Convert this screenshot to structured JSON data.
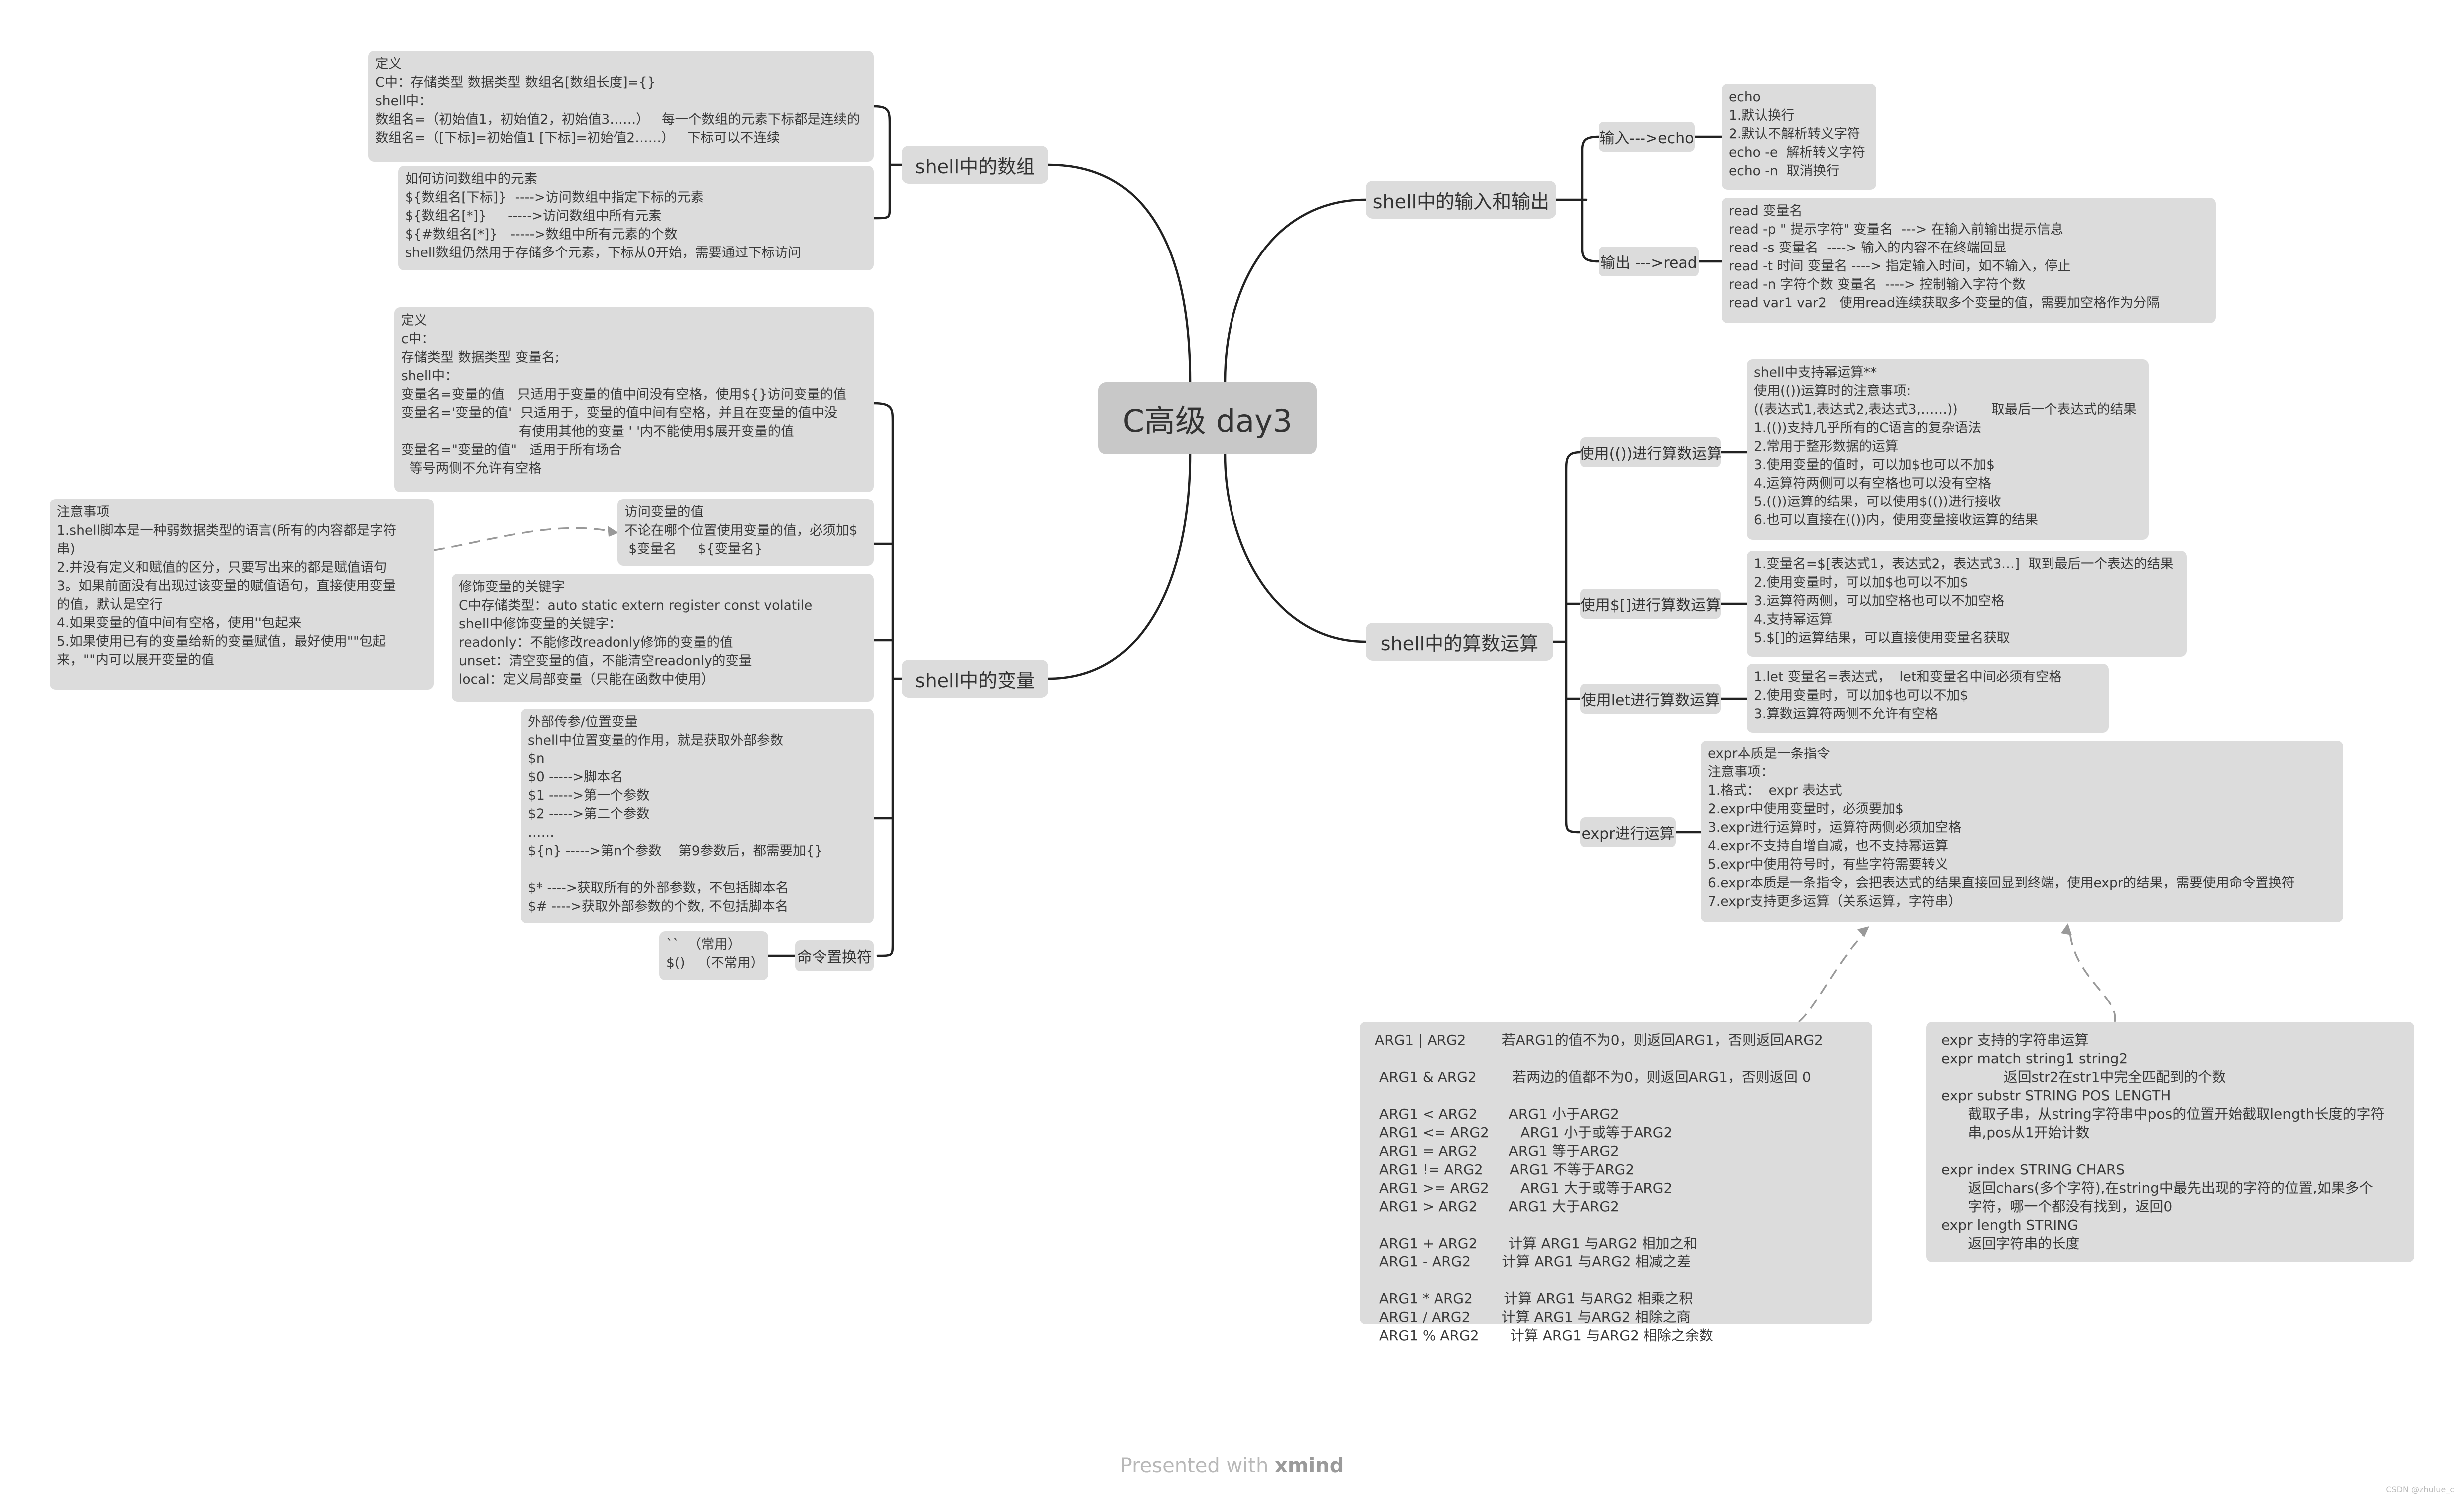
{
  "root": {
    "title": "C高级 day3"
  },
  "left": {
    "array": {
      "label": "shell中的数组",
      "def_text": "定义\nC中：存储类型 数据类型 数组名[数组长度]={}\nshell中：\n数组名=（初始值1，初始值2，初始值3……）   每一个数组的元素下标都是连续的\n数组名=（[下标]=初始值1 [下标]=初始值2……）   下标可以不连续",
      "access_text": "如何访问数组中的元素\n${数组名[下标]}  ---->访问数组中指定下标的元素\n${数组名[*]}     ----->访问数组中所有元素\n${#数组名[*]}   ----->数组中所有元素的个数\nshell数组仍然用于存储多个元素，下标从0开始，需要通过下标访问"
    },
    "variable": {
      "label": "shell中的变量",
      "def_text": "定义\nc中：\n存储类型 数据类型 变量名;\nshell中：\n变量名=变量的值   只适用于变量的值中间没有空格，使用${}访问变量的值\n变量名='变量的值'  只适用于，变量的值中间有空格，并且在变量的值中没\n                            有使用其他的变量 ' '内不能使用$展开变量的值\n变量名=\"变量的值\"   适用于所有场合\n  等号两侧不允许有空格",
      "access_text": "访问变量的值\n不论在哪个位置使用变量的值，必须加$\n $变量名     ${变量名}",
      "notes_text": "注意事项\n1.shell脚本是一种弱数据类型的语言(所有的内容都是字符\n串)\n2.并没有定义和赋值的区分，只要写出来的都是赋值语句\n3。如果前面没有出现过该变量的赋值语句，直接使用变量\n的值，默认是空行\n4.如果变量的值中间有空格，使用''包起来\n5.如果使用已有的变量给新的变量赋值，最好使用\"\"包起\n来，\"\"内可以展开变量的值",
      "keywords_text": "修饰变量的关键字\nC中存储类型：auto static extern register const volatile\nshell中修饰变量的关键字：\nreadonly：不能修改readonly修饰的变量的值\nunset：清空变量的值，不能清空readonly的变量\nlocal：定义局部变量（只能在函数中使用）",
      "args_text": "外部传参/位置变量\nshell中位置变量的作用，就是获取外部参数\n$n\n$0 ----->脚本名\n$1 ----->第一个参数\n$2 ----->第二个参数\n……\n${n} ----->第n个参数    第9参数后，都需要加{}\n\n$* ---->获取所有的外部参数，不包括脚本名\n$# ---->获取外部参数的个数, 不包括脚本名",
      "cmdsub_label": "命令置换符",
      "cmdsub_text": "``  （常用）\n$()   （不常用）"
    }
  },
  "right": {
    "io": {
      "label": "shell中的输入和输出",
      "input_label": "输入--->echo",
      "input_text": "echo\n1.默认换行\n2.默认不解析转义字符\necho -e  解析转义字符\necho -n  取消换行",
      "output_label": "输出 --->read",
      "output_text": "read 变量名\nread -p \" 提示字符\" 变量名  ---> 在输入前输出提示信息\nread -s 变量名  ----> 输入的内容不在终端回显\nread -t 时间 变量名 ----> 指定输入时间，如不输入，停止\nread -n 字符个数 变量名  ----> 控制输入字符个数\nread var1 var2   使用read连续获取多个变量的值，需要加空格作为分隔"
    },
    "arith": {
      "label": "shell中的算数运算",
      "paren_label": "使用(())进行算数运算",
      "paren_text": "shell中支持幂运算**\n使用(())运算时的注意事项:\n((表达式1,表达式2,表达式3,……))        取最后一个表达式的结果\n1.(())支持几乎所有的C语言的复杂语法\n2.常用于整形数据的运算\n3.使用变量的值时，可以加$也可以不加$\n4.运算符两侧可以有空格也可以没有空格\n5.(())运算的结果，可以使用$(())进行接收\n6.也可以直接在(())内，使用变量接收运算的结果",
      "bracket_label": "使用$[]进行算数运算",
      "bracket_text": "1.变量名=$[表达式1，表达式2，表达式3…]  取到最后一个表达的结果\n2.使用变量时，可以加$也可以不加$\n3.运算符两侧，可以加空格也可以不加空格\n4.支持幂运算\n5.$[]的运算结果，可以直接使用变量名获取",
      "let_label": "使用let进行算数运算",
      "let_text": "1.let 变量名=表达式，  let和变量名中间必须有空格\n2.使用变量时，可以加$也可以不加$\n3.算数运算符两侧不允许有空格",
      "expr_label": "expr进行运算",
      "expr_text": "expr本质是一条指令\n注意事项：\n1.格式：  expr 表达式\n2.expr中使用变量时，必须要加$\n3.expr进行运算时，运算符两侧必须加空格\n4.expr不支持自增自减，也不支持幂运算\n5.expr中使用符号时，有些字符需要转义\n6.expr本质是一条指令，会把表达式的结果直接回显到终端，使用expr的结果，需要使用命令置换符\n7.expr支持更多运算（关系运算，字符串）",
      "ops_text": "ARG1 | ARG2        若ARG1的值不为0，则返回ARG1，否则返回ARG2\n\n ARG1 & ARG2        若两边的值都不为0，则返回ARG1，否则返回 0\n\n ARG1 < ARG2       ARG1 小于ARG2\n ARG1 <= ARG2       ARG1 小于或等于ARG2\n ARG1 = ARG2       ARG1 等于ARG2\n ARG1 != ARG2      ARG1 不等于ARG2\n ARG1 >= ARG2       ARG1 大于或等于ARG2\n ARG1 > ARG2       ARG1 大于ARG2\n\n ARG1 + ARG2       计算 ARG1 与ARG2 相加之和\n ARG1 - ARG2       计算 ARG1 与ARG2 相减之差\n\n ARG1 * ARG2       计算 ARG1 与ARG2 相乘之积\n ARG1 / ARG2       计算 ARG1 与ARG2 相除之商\n ARG1 % ARG2       计算 ARG1 与ARG2 相除之余数",
      "str_text": "expr 支持的字符串运算\nexpr match string1 string2\n              返回str2在str1中完全匹配到的个数\nexpr substr STRING POS LENGTH\n      截取子串，从string字符串中pos的位置开始截取length长度的字符\n      串,pos从1开始计数\n\nexpr index STRING CHARS\n      返回chars(多个字符),在string中最先出现的字符的位置,如果多个\n      字符，哪一个都没有找到，返回0\nexpr length STRING\n      返回字符串的长度"
    }
  },
  "footer": {
    "text_prefix": "Presented with ",
    "brand": "xmind",
    "corner": "CSDN @zhulue_c"
  },
  "colors": {
    "line": "#222222",
    "node": "#dcdcdc",
    "root": "#c8c8c8",
    "dash": "#999999"
  }
}
